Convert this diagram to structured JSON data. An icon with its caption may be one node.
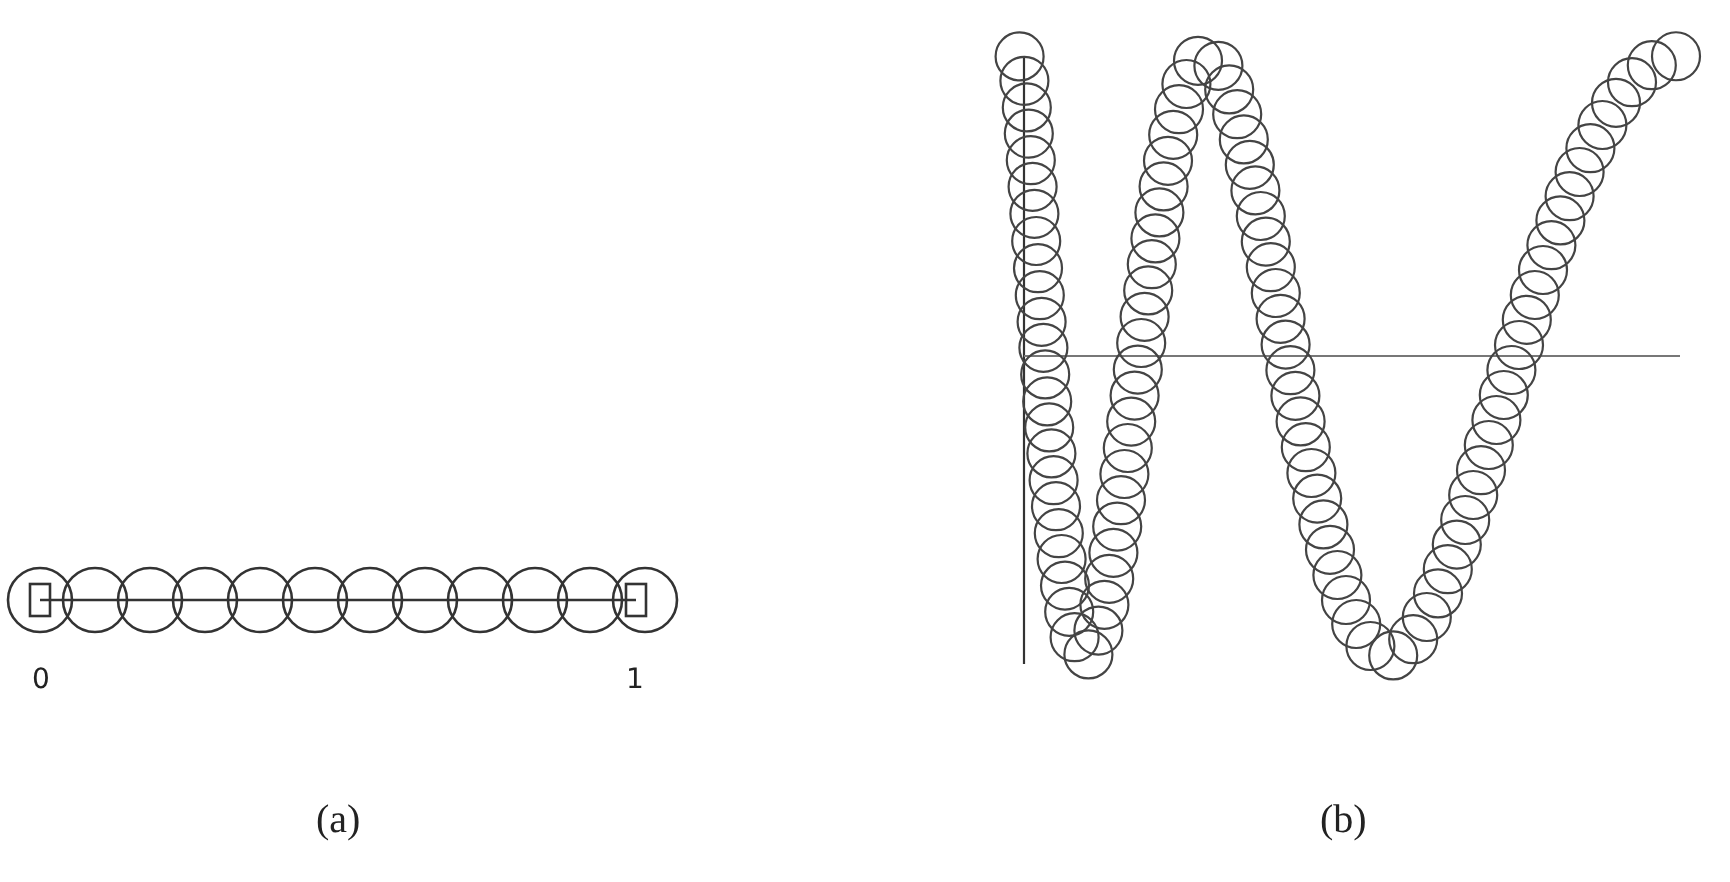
{
  "diagram": {
    "labels": [
      "0",
      "1",
      "(a)",
      "(b)"
    ]
  }
}
